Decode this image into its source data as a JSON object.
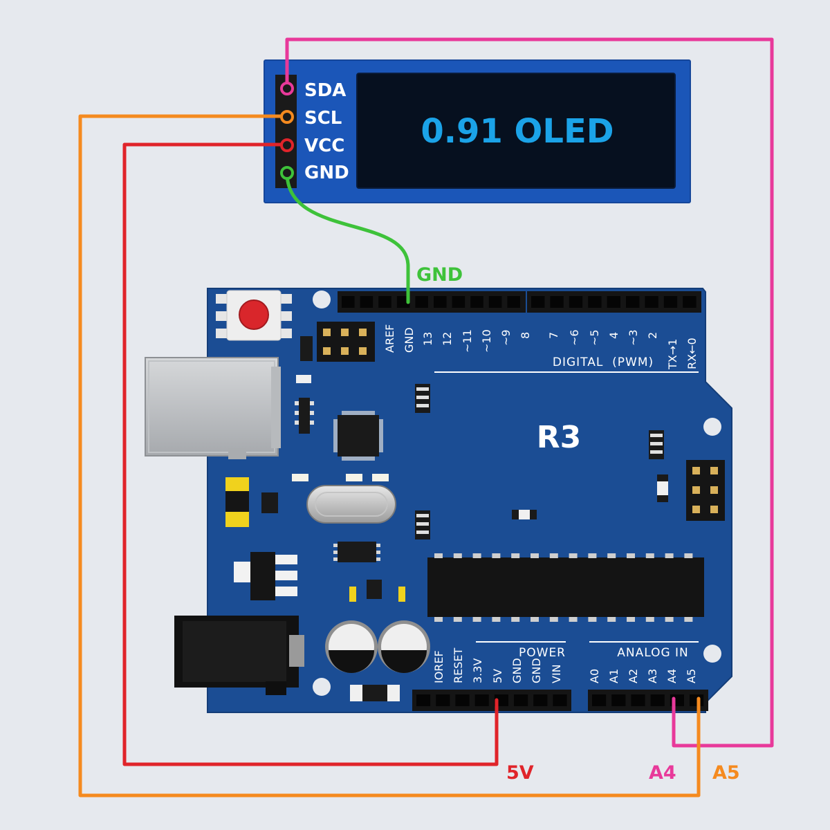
{
  "oled": {
    "title": "0.91 OLED",
    "pins": [
      "SDA",
      "SCL",
      "VCC",
      "GND"
    ]
  },
  "board": {
    "name": "R3",
    "digital_pins": [
      "AREF",
      "GND",
      "13",
      "12",
      "~11",
      "~10",
      "~9",
      "8",
      "7",
      "~6",
      "~5",
      "4",
      "~3",
      "2",
      "TX→1",
      "RX←0"
    ],
    "digital_section": "DIGITAL  (PWM)",
    "power_section": "POWER",
    "power_pins": [
      "IOREF",
      "RESET",
      "3.3V",
      "5V",
      "GND",
      "GND",
      "VIN"
    ],
    "analog_section": "ANALOG IN",
    "analog_pins": [
      "A0",
      "A1",
      "A2",
      "A3",
      "A4",
      "A5"
    ]
  },
  "wires": [
    {
      "name": "SDA-A4",
      "color": "#e8399a",
      "label": "A4"
    },
    {
      "name": "SCL-A5",
      "color": "#f58a1f",
      "label": "A5"
    },
    {
      "name": "VCC-5V",
      "color": "#e0242a",
      "label": "5V"
    },
    {
      "name": "GND-GND",
      "color": "#3ec23a",
      "label": "GND"
    }
  ],
  "colors": {
    "board": "#1b4d94",
    "oled_pcb": "#1b56b8",
    "screen_text": "#1ba3e8"
  }
}
